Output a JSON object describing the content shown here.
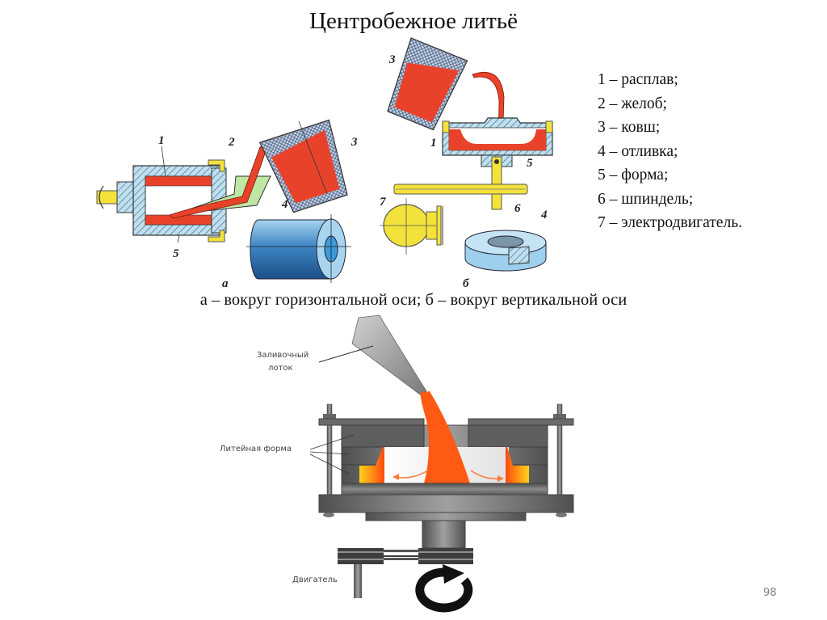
{
  "title": "Центробежное литьё",
  "legend": {
    "items": [
      "1 – расплав;",
      "2 – желоб;",
      "3 – ковш;",
      "4 – отливка;",
      "5 – форма;",
      "6 – шпиндель;",
      "7 – электродвигатель."
    ]
  },
  "caption": "а – вокруг горизонтальной оси; б – вокруг вертикальной оси",
  "diagram_a": {
    "sublabel": "а",
    "markers": [
      "1",
      "2",
      "3",
      "4",
      "5"
    ]
  },
  "diagram_b": {
    "sublabel": "б",
    "markers": [
      "3",
      "1",
      "5",
      "7",
      "6",
      "4"
    ]
  },
  "diagram_3d": {
    "label_trough_line1": "Заливочный",
    "label_trough_line2": "лоток",
    "label_mold": "Литейная форма",
    "label_motor": "Двигатель"
  },
  "colors": {
    "melt": "#e8432a",
    "mold_hatch": "#a9d3e8",
    "yellow": "#f2e23a",
    "casting_blue": "#3d86c4",
    "steel": "#6e6e6e",
    "molten_3d": "#ff5a14"
  },
  "page_number": "98"
}
